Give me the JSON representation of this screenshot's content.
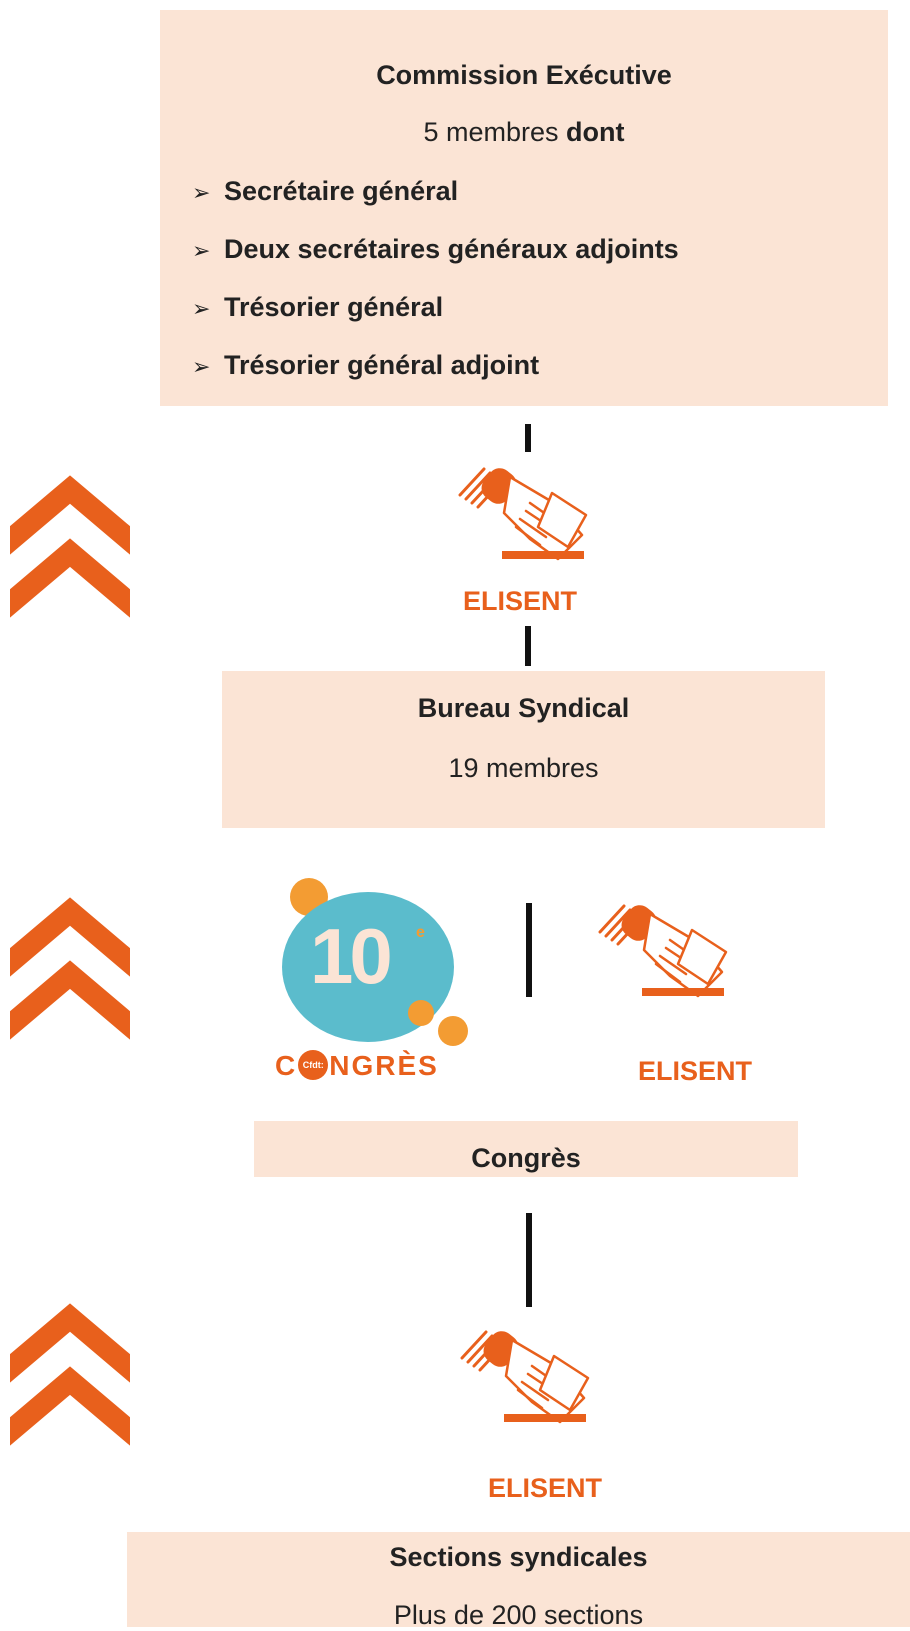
{
  "commission": {
    "title": "Commission Exécutive",
    "subtitle_count": "5 membres",
    "subtitle_bold": "dont",
    "bullet_glyph": "➢",
    "items": [
      "Secrétaire général",
      "Deux secrétaires généraux adjoints",
      "Trésorier général",
      "Trésorier général adjoint"
    ]
  },
  "elisent_label": "ELISENT",
  "bureau": {
    "title": "Bureau Syndical",
    "subtitle": "19 membres"
  },
  "congres_logo": {
    "number": "10",
    "suffix": "e",
    "cfdt": "Cfdt:",
    "word_start": "C",
    "word_end": "NGRÈS"
  },
  "congres": {
    "title": "Congrès"
  },
  "sections": {
    "title": "Sections syndicales",
    "subtitle": "Plus de 200 sections"
  },
  "colors": {
    "orange": "#e8601c",
    "box_fill": "#fbe4d5",
    "logo_blue": "#5bbccc",
    "logo_orange": "#f39c33"
  },
  "icons": [
    "chevron-up-icon",
    "ballot-vote-icon",
    "congres-logo"
  ]
}
